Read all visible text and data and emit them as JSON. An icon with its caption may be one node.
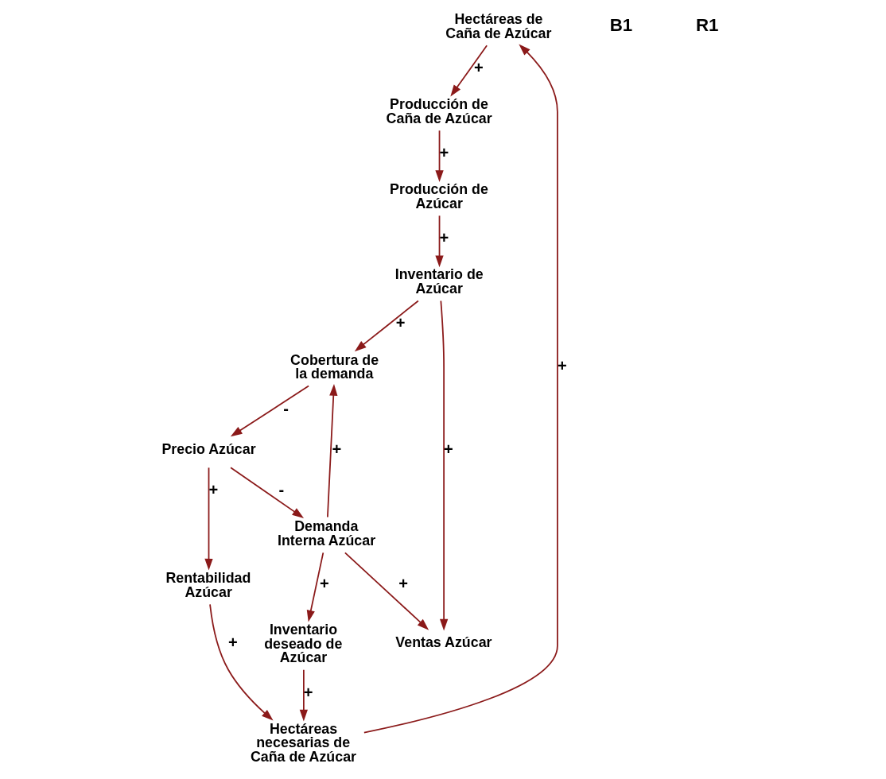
{
  "diagram": {
    "nodes": [
      {
        "text": [
          "Hectáreas de Caña de Azúcar"
        ]
      },
      {
        "text": [
          "Hectáreas necesarias de Caña de Azúcar"
        ]
      },
      {
        "text": [
          "Producción de Caña de Azúcar"
        ]
      },
      {
        "text": [
          "Rentabilidad Azúcar"
        ]
      },
      {
        "text": [
          "Producción de Azúcar"
        ]
      },
      {
        "text": [
          "Inventario deseado de Azúcar"
        ]
      },
      {
        "text": [
          "Precio Azúcar"
        ]
      },
      {
        "text": [
          "Inventario de Azúcar"
        ]
      },
      {
        "text": [
          "Cobertura de la demanda"
        ]
      },
      {
        "text": [
          "Ventas Azúcar"
        ]
      },
      {
        "text": [
          "Demanda Interna Azúcar"
        ]
      }
    ],
    "edges": [
      {
        "from": 0,
        "to": 2,
        "arrow": "to",
        "label": "+"
      },
      {
        "from": 1,
        "to": 0,
        "arrow": "to",
        "label": "+"
      },
      {
        "from": 2,
        "to": 4,
        "arrow": "to",
        "label": "+"
      },
      {
        "from": 3,
        "to": 1,
        "arrow": "to",
        "label": "+"
      },
      {
        "from": 4,
        "to": 7,
        "arrow": "to",
        "label": "+"
      },
      {
        "from": 5,
        "to": 1,
        "arrow": "to",
        "label": "+"
      },
      {
        "from": 6,
        "to": 3,
        "arrow": "to",
        "label": "+"
      },
      {
        "from": 6,
        "to": 10,
        "arrow": "to",
        "label": "-"
      },
      {
        "from": 7,
        "to": 8,
        "arrow": "to",
        "label": "+"
      },
      {
        "from": 7,
        "to": 9,
        "arrow": "to",
        "label": "+"
      },
      {
        "from": 8,
        "to": 6,
        "arrow": "to",
        "label": "-"
      },
      {
        "from": 10,
        "to": 5,
        "arrow": "to",
        "label": "+"
      },
      {
        "from": 10,
        "to": 8,
        "arrow": "to",
        "label": "+"
      },
      {
        "from": 10,
        "to": 9,
        "arrow": "to",
        "label": "+"
      }
    ],
    "labels": [
      "B1",
      "R1"
    ]
  }
}
